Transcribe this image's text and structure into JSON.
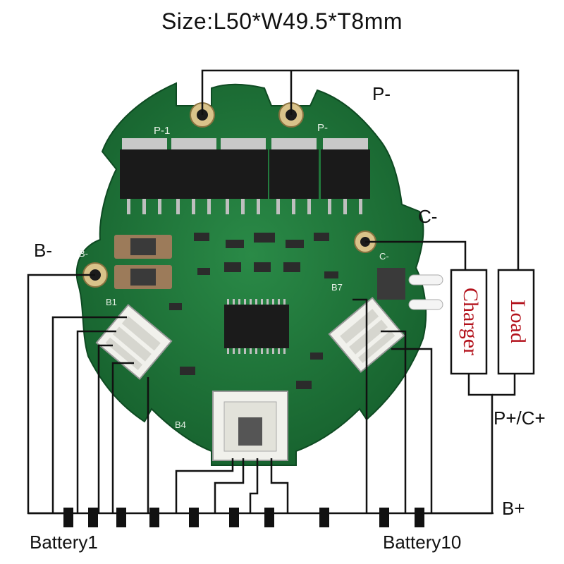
{
  "title": "Size:L50*W49.5*T8mm",
  "labels": {
    "p_minus": "P-",
    "c_minus": "C-",
    "b_minus": "B-",
    "p_plus_c_plus": "P+/C+",
    "b_plus": "B+",
    "battery_first": "Battery1",
    "battery_last": "Battery10",
    "charger": "Charger",
    "load": "Load"
  },
  "board": {
    "silkscreen": {
      "p1": "P-1",
      "p2": "P-",
      "b_minus": "B-",
      "c_minus": "C-",
      "b1": "B1",
      "b4": "B4",
      "b7": "B7"
    },
    "pcb_color": "#1f7a3a",
    "connector_color": "#f1f1ec"
  },
  "colors": {
    "wire": "#111111",
    "text_red": "#b3121c"
  }
}
